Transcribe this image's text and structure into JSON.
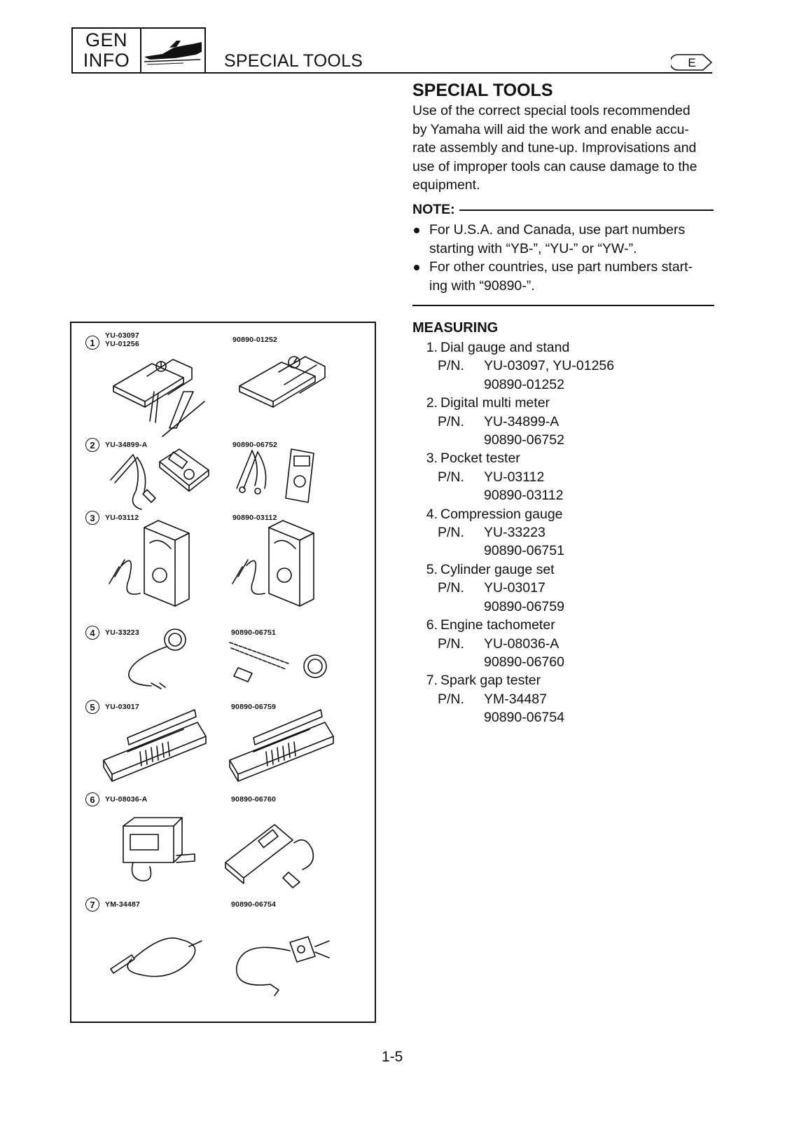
{
  "header": {
    "gen_line1": "GEN",
    "gen_line2": "INFO",
    "gen_icon": "watercraft-icon",
    "title": "SPECIAL TOOLS",
    "lang_badge": "E"
  },
  "section": {
    "title": "SPECIAL TOOLS",
    "intro_lines": [
      "Use of the correct special tools recommended",
      "by Yamaha will aid the work and enable accu-",
      "rate assembly and tune-up. Improvisations and",
      "use of improper tools can cause damage to the",
      "equipment."
    ],
    "note_label": "NOTE:",
    "notes": [
      {
        "lines": [
          "For U.S.A. and Canada, use part numbers",
          "starting with “YB-”, “YU-” or “YW-”."
        ]
      },
      {
        "lines": [
          "For other countries, use part numbers start-",
          "ing with “90890-”."
        ]
      }
    ]
  },
  "measuring": {
    "title": "MEASURING",
    "pn_label": "P/N.",
    "tools": [
      {
        "num": "1.",
        "name": "Dial gauge and stand",
        "pn1": "YU-03097, YU-01256",
        "pn2": "90890-01252"
      },
      {
        "num": "2.",
        "name": "Digital multi meter",
        "pn1": "YU-34899-A",
        "pn2": "90890-06752"
      },
      {
        "num": "3.",
        "name": "Pocket tester",
        "pn1": "YU-03112",
        "pn2": "90890-03112"
      },
      {
        "num": "4.",
        "name": "Compression gauge",
        "pn1": "YU-33223",
        "pn2": "90890-06751"
      },
      {
        "num": "5.",
        "name": "Cylinder gauge set",
        "pn1": "YU-03017",
        "pn2": "90890-06759"
      },
      {
        "num": "6.",
        "name": "Engine tachometer",
        "pn1": "YU-08036-A",
        "pn2": "90890-06760"
      },
      {
        "num": "7.",
        "name": "Spark gap tester",
        "pn1": "YM-34487",
        "pn2": "90890-06754"
      }
    ]
  },
  "figure": {
    "rows": [
      {
        "num": "1",
        "left_codes": [
          "YU-03097",
          "YU-01256"
        ],
        "right_code": "90890-01252"
      },
      {
        "num": "2",
        "left_codes": [
          "YU-34899-A"
        ],
        "right_code": "90890-06752"
      },
      {
        "num": "3",
        "left_codes": [
          "YU-03112"
        ],
        "right_code": "90890-03112"
      },
      {
        "num": "4",
        "left_codes": [
          "YU-33223"
        ],
        "right_code": "90890-06751"
      },
      {
        "num": "5",
        "left_codes": [
          "YU-03017"
        ],
        "right_code": "90890-06759"
      },
      {
        "num": "6",
        "left_codes": [
          "YU-08036-A"
        ],
        "right_code": "90890-06760"
      },
      {
        "num": "7",
        "left_codes": [
          "YM-34487"
        ],
        "right_code": "90890-06754"
      }
    ]
  },
  "footer": {
    "page_number": "1-5"
  }
}
